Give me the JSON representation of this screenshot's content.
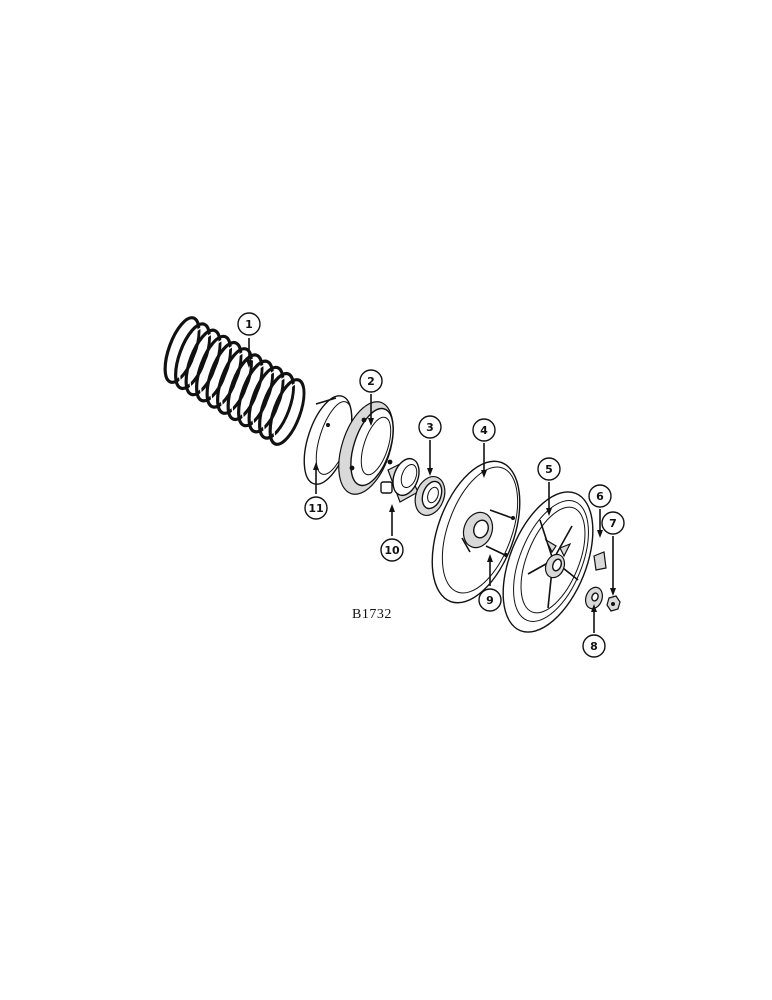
{
  "figure_label": "B1732",
  "callouts": [
    "1",
    "2",
    "3",
    "4",
    "5",
    "6",
    "7",
    "8",
    "9",
    "10",
    "11"
  ]
}
